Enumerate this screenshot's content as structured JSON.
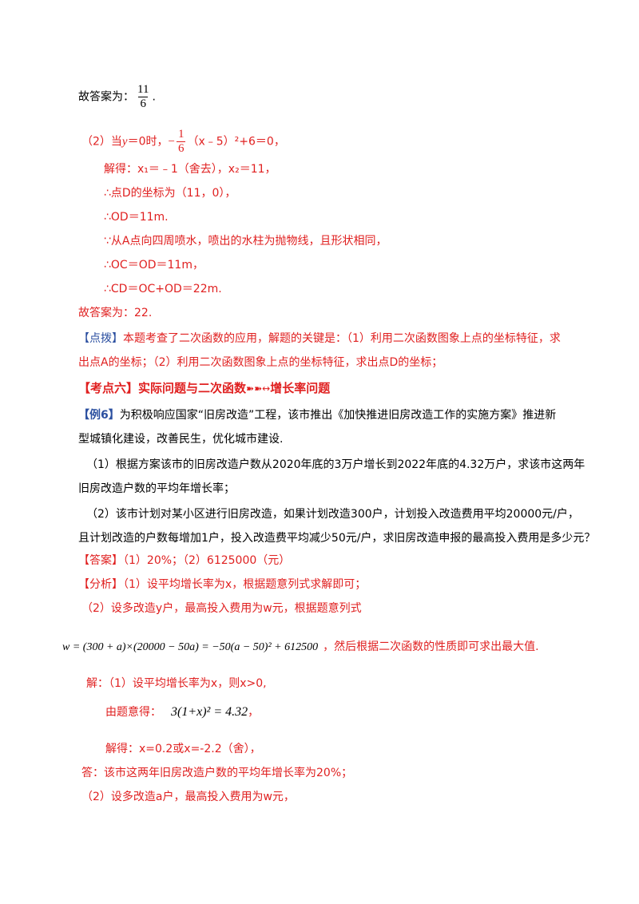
{
  "doc": {
    "l1_prefix": "故答案为：",
    "l1_num": "11",
    "l1_den": "6",
    "l1_suffix": ".",
    "l2_a": "（2）当",
    "l2_y": "y",
    "l2_b": "＝0时，",
    "l2_minus": "−",
    "l2_num": "1",
    "l2_den": "6",
    "l2_c": "（x﹣5）²+6＝0，",
    "l3": "解得：x₁＝﹣1（舍去），x₂＝11，",
    "l4": "∴点D的坐标为（11，0），",
    "l5": "∴OD＝11m.",
    "l6": "∵从A点向四周喷水，喷出的水柱为抛物线，且形状相同，",
    "l7": "∴OC＝OD＝11m，",
    "l8": "∴CD＝OC+OD＝22m.",
    "l9": "故答案为：22.",
    "l10_tag": "【点拨】",
    "l10": "本题考查了二次函数的应用，解题的关键是：（1）利用二次函数图象上点的坐标特征，求",
    "l11": "出点A的坐标；（2）利用二次函数图象上点的坐标特征，求出点D的坐标；",
    "heading": "【考点六】实际问题与二次函数",
    "heading_arrows": "➽➽↔",
    "heading_end": "增长率问题",
    "ex_tag": "【例6】",
    "ex_l1": "为积极响应国家“旧房改造”工程，该市推出《加快推进旧房改造工作的实施方案》推进新",
    "ex_l2": "型城镇化建设，改善民生，优化城市建设.",
    "q1_l1": "（1）根据方案该市的旧房改造户数从2020年底的3万户增长到2022年底的4.32万户，求该市这两年",
    "q1_l2": "旧房改造户数的平均年增长率；",
    "q2_l1": "（2）该市计划对某小区进行旧房改造，如果计划改造300户，计划投入改造费用平均20000元/户，",
    "q2_l2": "且计划改造的户数每增加1户，投入改造费平均减少50元/户，求旧房改造申报的最高投入费用是多少元？",
    "ans_tag": "【答案】",
    "ans": "（1）20%；（2）6125000（元）",
    "an_tag": "【分析】",
    "an_l1": "（1）设平均增长率为x，根据题意列式求解即可；",
    "an_l2": "（2）设多改造y户，最高投入费用为w元，根据题意列式",
    "formula": "w = (300 + a)×(20000 − 50a) = −50(a − 50)² + 612500",
    "an_l3": "，然后根据二次函数的性质即可求出最大值.",
    "sol_l1": "解：（1）设平均增长率为x，则x>0,",
    "sol_l2_prefix": "由题意得：",
    "sol_l2_formula": "3(1+x)² = 4.32",
    "sol_l2_suffix": "，",
    "sol_l3": "解得：x=0.2或x=-2.2（舍），",
    "sol_l4": "答：该市这两年旧房改造户数的平均年增长率为20%；",
    "sol_l5": "（2）设多改造a户，最高投入费用为w元，"
  }
}
